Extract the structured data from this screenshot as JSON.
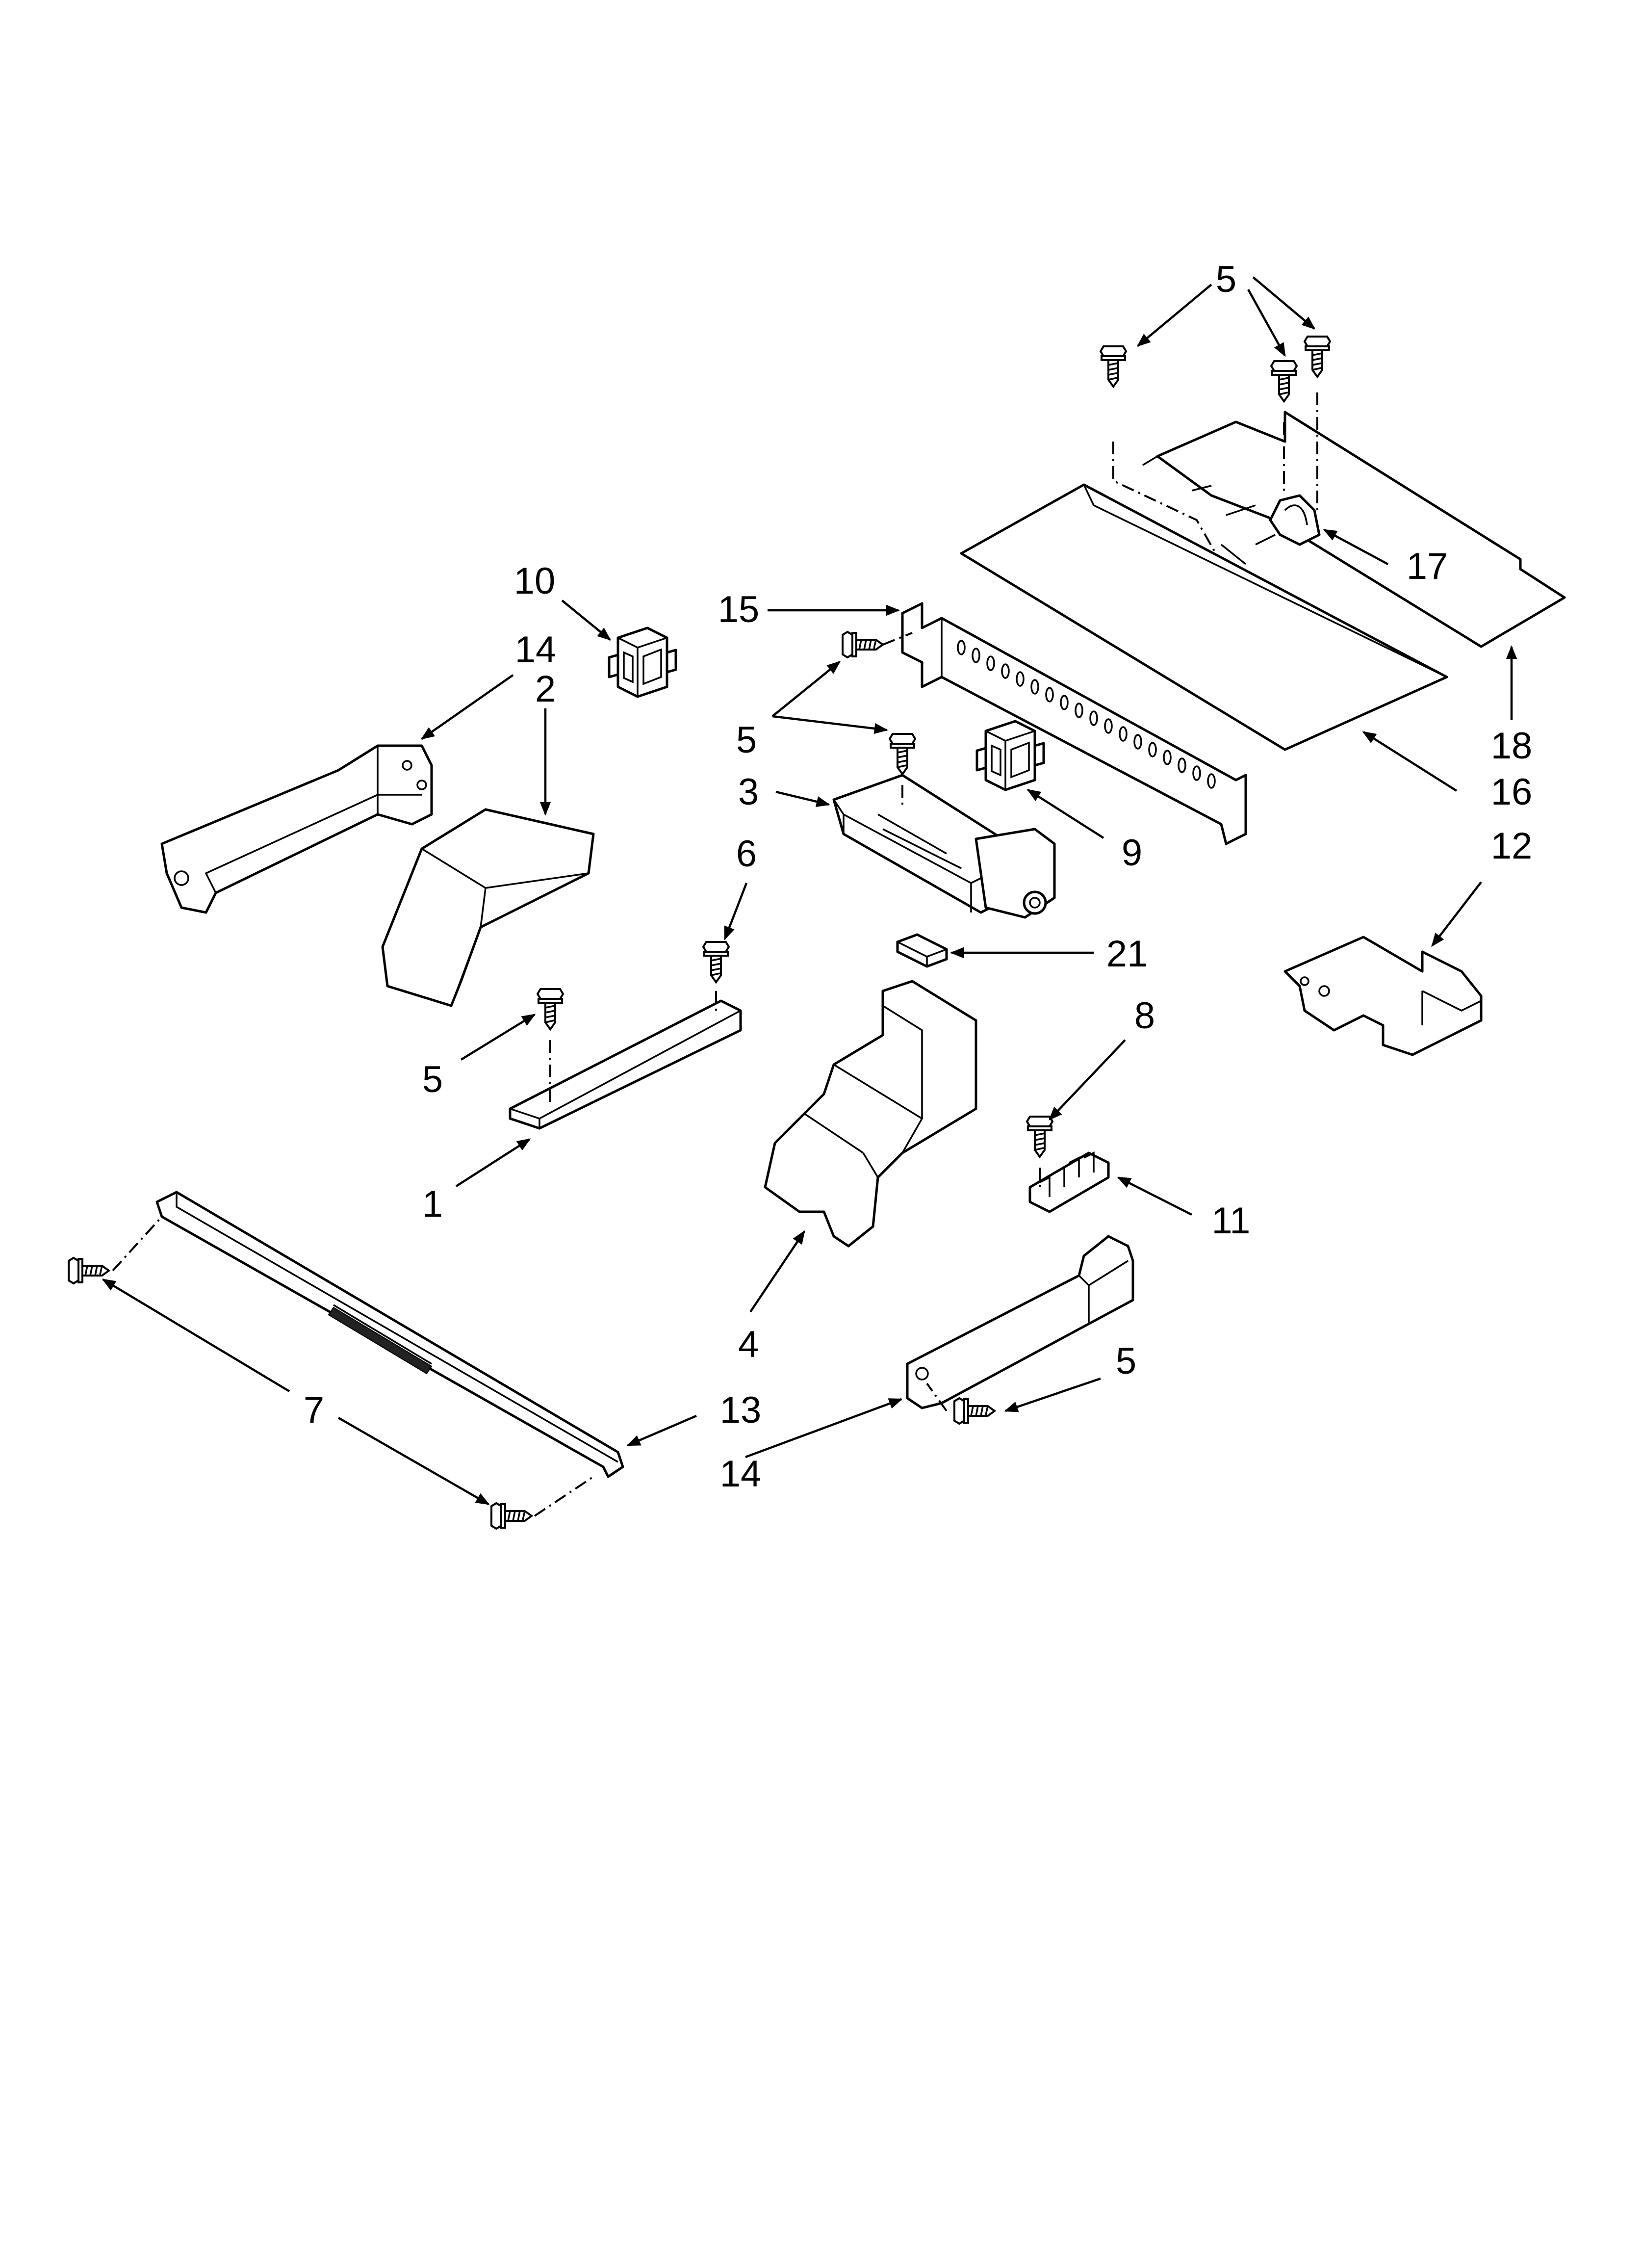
{
  "diagram": {
    "callouts": {
      "c1": "1",
      "c2": "2",
      "c3": "3",
      "c4": "4",
      "c5a": "5",
      "c5b": "5",
      "c5c": "5",
      "c5d": "5",
      "c6": "6",
      "c7": "7",
      "c8": "8",
      "c9": "9",
      "c10": "10",
      "c11": "11",
      "c12": "12",
      "c13": "13",
      "c14a": "14",
      "c14b": "14",
      "c15": "15",
      "c16": "16",
      "c17": "17",
      "c18": "18",
      "c21": "21"
    }
  }
}
